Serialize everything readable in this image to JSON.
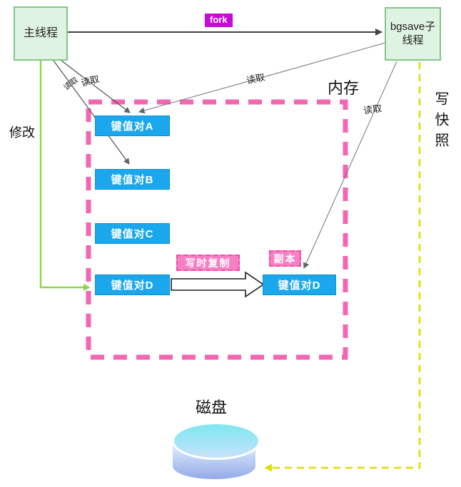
{
  "diagram": {
    "main_thread": "主线程",
    "bgsave_thread": "bgsave子线程",
    "fork": "fork",
    "memory": "内存",
    "kv_a": "键值对A",
    "kv_b": "键值对B",
    "kv_c": "键值对C",
    "kv_d": "键值对D",
    "kv_d_copy": "键值对D",
    "copy_on_write": "写时复制",
    "replica": "副本",
    "modify": "修改",
    "read": "读取",
    "write_snapshot": "写快照",
    "disk": "磁盘"
  },
  "colors": {
    "process_node_fill": "#dff3e2",
    "process_node_border": "#82c687",
    "kv_box_fill": "#1aa7ec",
    "kv_box_border": "#0d8fd2",
    "fork_tag_bg": "#c70ad8",
    "memory_boundary_pink": "#f466b2",
    "pink_tag_bg": "#f77fc3",
    "modify_arrow_green": "#8fd14f",
    "snapshot_arrow_yellow": "#dede00",
    "line_dark": "#3f4447",
    "line_gray": "#6b7680",
    "disk_top_cyan": "#7ee7f0",
    "disk_body_blue": "#93aae9"
  }
}
